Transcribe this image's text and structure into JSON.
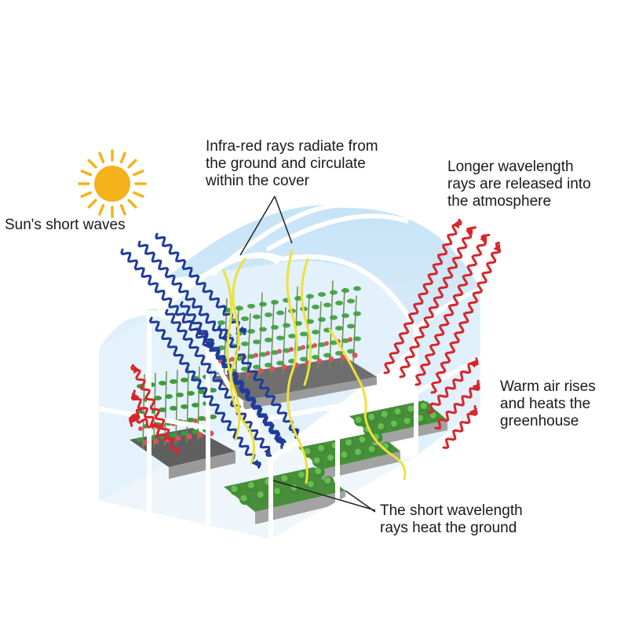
{
  "labels": {
    "sun_waves": [
      "Sun's short waves"
    ],
    "infrared": [
      "Infra-red rays radiate from",
      "the ground and circulate",
      "within the cover"
    ],
    "longer_wavelength": [
      "Longer wavelength",
      "rays are released into",
      "the atmosphere"
    ],
    "warm_air": [
      "Warm air rises",
      "and heats the",
      "greenhouse"
    ],
    "short_wavelength": [
      "The short wavelength",
      "rays heat the ground"
    ]
  },
  "colors": {
    "sun": "#F5B21A",
    "short_wave": "#1F3C9A",
    "infrared": "#EEE13A",
    "long_wave": "#D7262B",
    "glass": "#CFE6F7",
    "frame": "#FFFFFF",
    "plant": "#3E9A3A",
    "flower": "#E0505A",
    "bed": "#8C8C8C"
  }
}
